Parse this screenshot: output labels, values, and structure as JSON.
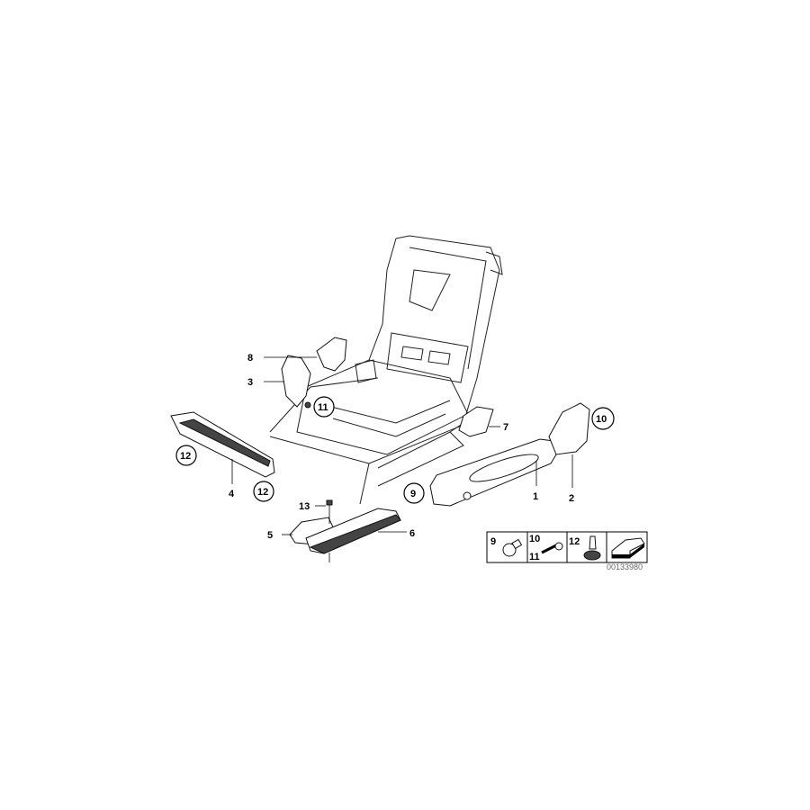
{
  "diagram": {
    "callouts": [
      {
        "id": "label-1",
        "text": "1",
        "circled": false
      },
      {
        "id": "label-2",
        "text": "2",
        "circled": false
      },
      {
        "id": "label-3",
        "text": "3",
        "circled": false
      },
      {
        "id": "label-4",
        "text": "4",
        "circled": false
      },
      {
        "id": "label-5",
        "text": "5",
        "circled": false
      },
      {
        "id": "label-6",
        "text": "6",
        "circled": false
      },
      {
        "id": "label-7",
        "text": "7",
        "circled": false
      },
      {
        "id": "label-8",
        "text": "8",
        "circled": false
      },
      {
        "id": "label-9",
        "text": "9",
        "circled": true
      },
      {
        "id": "label-10",
        "text": "10",
        "circled": true
      },
      {
        "id": "label-11",
        "text": "11",
        "circled": true
      },
      {
        "id": "label-12a",
        "text": "12",
        "circled": true
      },
      {
        "id": "label-12b",
        "text": "12",
        "circled": true
      },
      {
        "id": "label-13",
        "text": "13",
        "circled": false
      }
    ],
    "legend_box": {
      "cells": [
        {
          "labels": [
            "9"
          ],
          "icon": "bolt-icon"
        },
        {
          "labels": [
            "10",
            "11"
          ],
          "icon": "screw-icon"
        },
        {
          "labels": [
            "12"
          ],
          "icon": "clip-icon"
        },
        {
          "labels": [],
          "icon": "arrow-icon"
        }
      ]
    },
    "reference_number": "00133980"
  }
}
